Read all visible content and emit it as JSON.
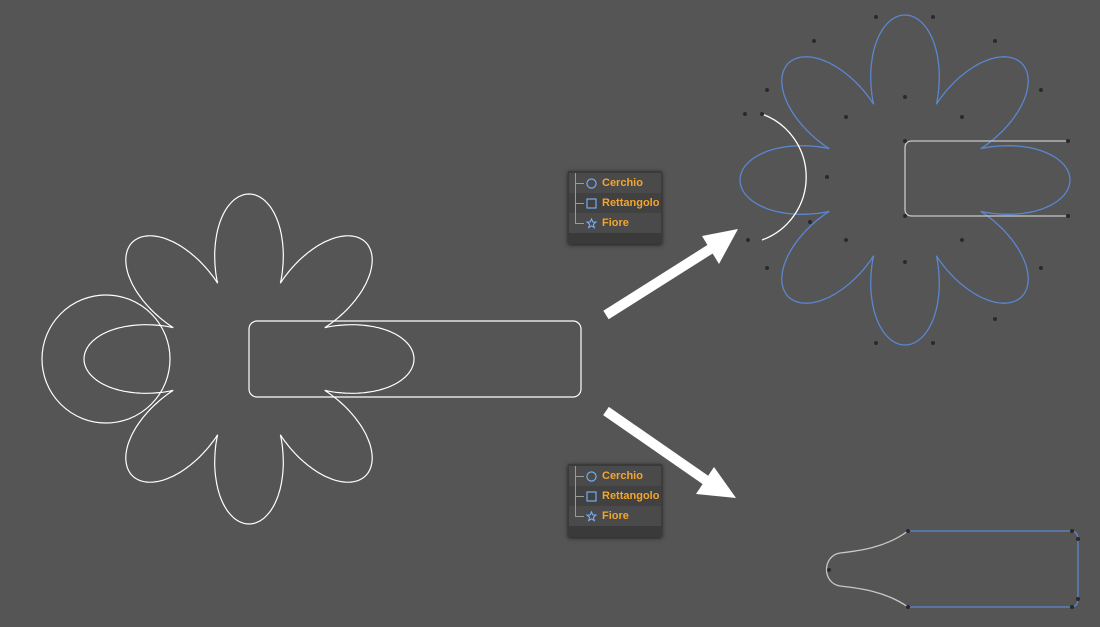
{
  "colors": {
    "background": "#555555",
    "shape_outline": "#ffffff",
    "spline_blue": "#5b86cf",
    "spline_light": "#c8c8c8",
    "label_orange": "#f3a52f",
    "icon_blue": "#78b4ff"
  },
  "panels": [
    {
      "items": [
        {
          "label": "Cerchio",
          "icon": "circle-icon"
        },
        {
          "label": "Rettangolo",
          "icon": "square-icon"
        },
        {
          "label": "Fiore",
          "icon": "flower-icon"
        }
      ]
    },
    {
      "items": [
        {
          "label": "Cerchio",
          "icon": "circle-icon"
        },
        {
          "label": "Rettangolo",
          "icon": "square-icon"
        },
        {
          "label": "Fiore",
          "icon": "flower-icon"
        }
      ]
    }
  ]
}
